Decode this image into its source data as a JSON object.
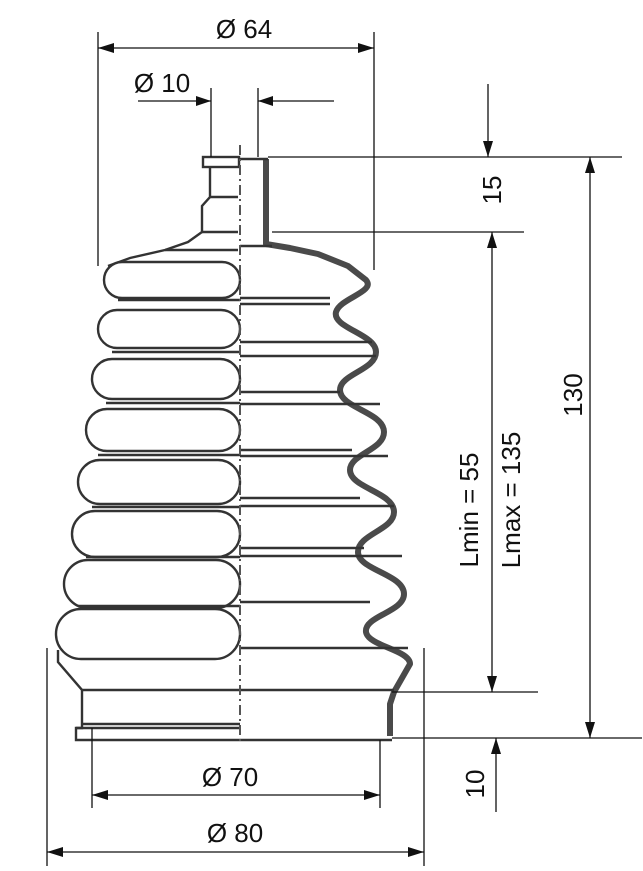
{
  "dimensions": {
    "outer_top_diameter": "Ø 64",
    "neck_diameter": "Ø 10",
    "inner_bottom_diameter": "Ø 70",
    "outer_bottom_diameter": "Ø 80",
    "neck_height": "15",
    "total_length": "130",
    "min_length": "Lmin = 55",
    "max_length": "Lmax = 135",
    "base_height": "10"
  }
}
